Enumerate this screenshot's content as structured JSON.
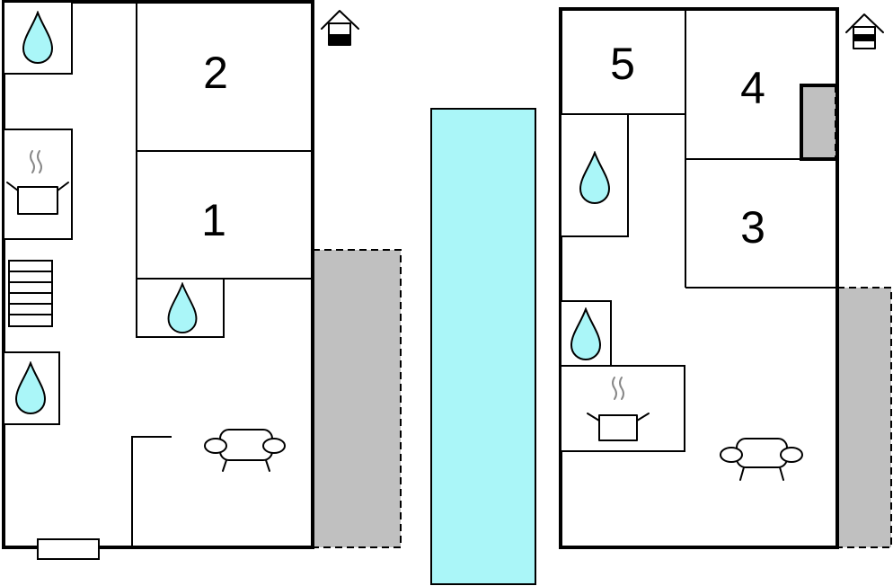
{
  "colors": {
    "pool": "#aaf6f8",
    "terrace": "#c0c0c0",
    "water": "#aaf6f8",
    "wall": "#000000"
  },
  "plans": {
    "left": {
      "entrance_icon": "house-entrance-icon",
      "rooms": [
        {
          "label": "2"
        },
        {
          "label": "1"
        }
      ],
      "icons": [
        "water-drop-icon",
        "cooking-pot-icon",
        "stairs-icon",
        "sofa-icon",
        "window-icon"
      ]
    },
    "right": {
      "entrance_icon": "house-entrance-icon",
      "rooms": [
        {
          "label": "5"
        },
        {
          "label": "4"
        },
        {
          "label": "3"
        }
      ],
      "icons": [
        "water-drop-icon",
        "cooking-pot-icon",
        "sofa-icon"
      ]
    }
  },
  "pool_icon": "swimming-pool"
}
